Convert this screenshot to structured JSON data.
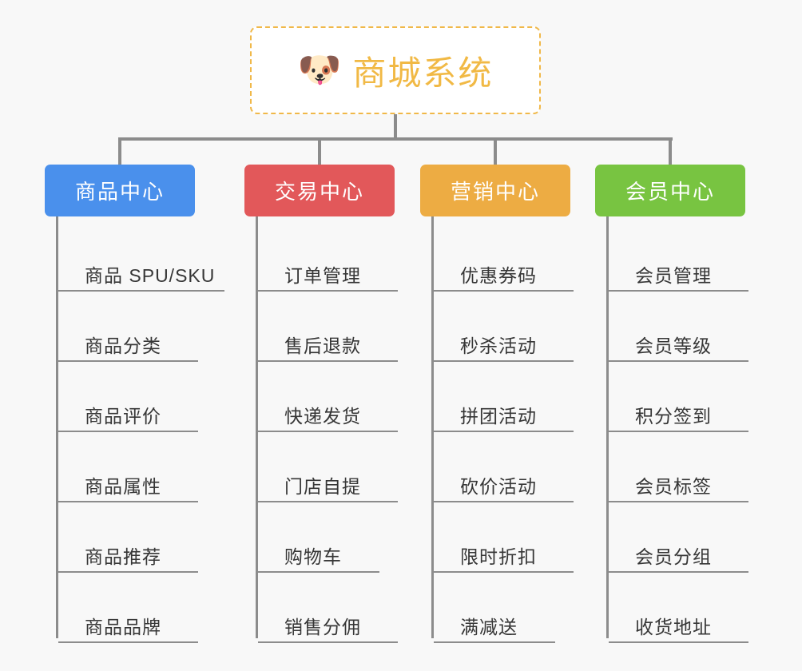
{
  "canvas": {
    "background": "#f8f8f8"
  },
  "root": {
    "icon": "shiba-dog-icon",
    "emoji": "🐶",
    "title": "商城系统",
    "border_color": "#f0b849",
    "text_color": "#f1b945",
    "fill": "#ffffff"
  },
  "branches": [
    {
      "id": "product-center",
      "label": "商品中心",
      "color": "#4a90ec",
      "items": [
        {
          "label": "商品 SPU/SKU",
          "width": "wide"
        },
        {
          "label": "商品分类",
          "width": "normal"
        },
        {
          "label": "商品评价",
          "width": "normal"
        },
        {
          "label": "商品属性",
          "width": "normal"
        },
        {
          "label": "商品推荐",
          "width": "normal"
        },
        {
          "label": "商品品牌",
          "width": "normal"
        }
      ]
    },
    {
      "id": "trade-center",
      "label": "交易中心",
      "color": "#e2585a",
      "items": [
        {
          "label": "订单管理",
          "width": "normal"
        },
        {
          "label": "售后退款",
          "width": "normal"
        },
        {
          "label": "快递发货",
          "width": "normal"
        },
        {
          "label": "门店自提",
          "width": "normal"
        },
        {
          "label": "购物车",
          "width": "narrow"
        },
        {
          "label": "销售分佣",
          "width": "normal"
        }
      ]
    },
    {
      "id": "marketing-center",
      "label": "营销中心",
      "color": "#edac43",
      "items": [
        {
          "label": "优惠券码",
          "width": "normal"
        },
        {
          "label": "秒杀活动",
          "width": "normal"
        },
        {
          "label": "拼团活动",
          "width": "normal"
        },
        {
          "label": "砍价活动",
          "width": "normal"
        },
        {
          "label": "限时折扣",
          "width": "normal"
        },
        {
          "label": "满减送",
          "width": "narrow"
        }
      ]
    },
    {
      "id": "member-center",
      "label": "会员中心",
      "color": "#78c441",
      "items": [
        {
          "label": "会员管理",
          "width": "normal"
        },
        {
          "label": "会员等级",
          "width": "normal"
        },
        {
          "label": "积分签到",
          "width": "normal"
        },
        {
          "label": "会员标签",
          "width": "normal"
        },
        {
          "label": "会员分组",
          "width": "normal"
        },
        {
          "label": "收货地址",
          "width": "normal"
        }
      ]
    }
  ],
  "layout": {
    "branch_left_positions": [
      56,
      306,
      526,
      745
    ],
    "connector_color": "#8c8c8c"
  }
}
